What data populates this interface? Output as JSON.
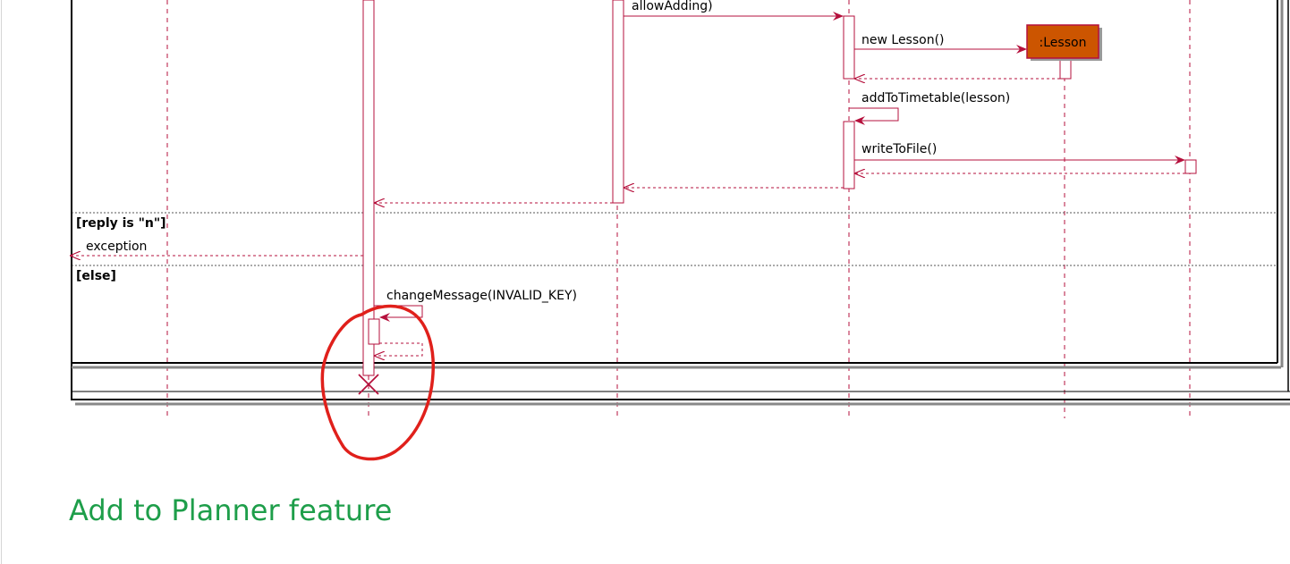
{
  "diagram": {
    "messages": {
      "allow_adding": "allowAdding)",
      "new_lesson": "new Lesson()",
      "add_to_timetable": "addToTimetable(lesson)",
      "write_to_file": "writeToFile()",
      "exception": "exception",
      "change_message": "changeMessage(INVALID_KEY)"
    },
    "lesson_participant": ":Lesson",
    "guards": {
      "reply_n": "[reply is \"n\"]",
      "else": "[else]"
    }
  },
  "section": {
    "heading": "Add to Planner feature"
  },
  "colors": {
    "lifeline": "#b5103c",
    "lesson_box": "#cc5500",
    "heading": "#1e9e4a",
    "annotation": "#e0201b"
  }
}
